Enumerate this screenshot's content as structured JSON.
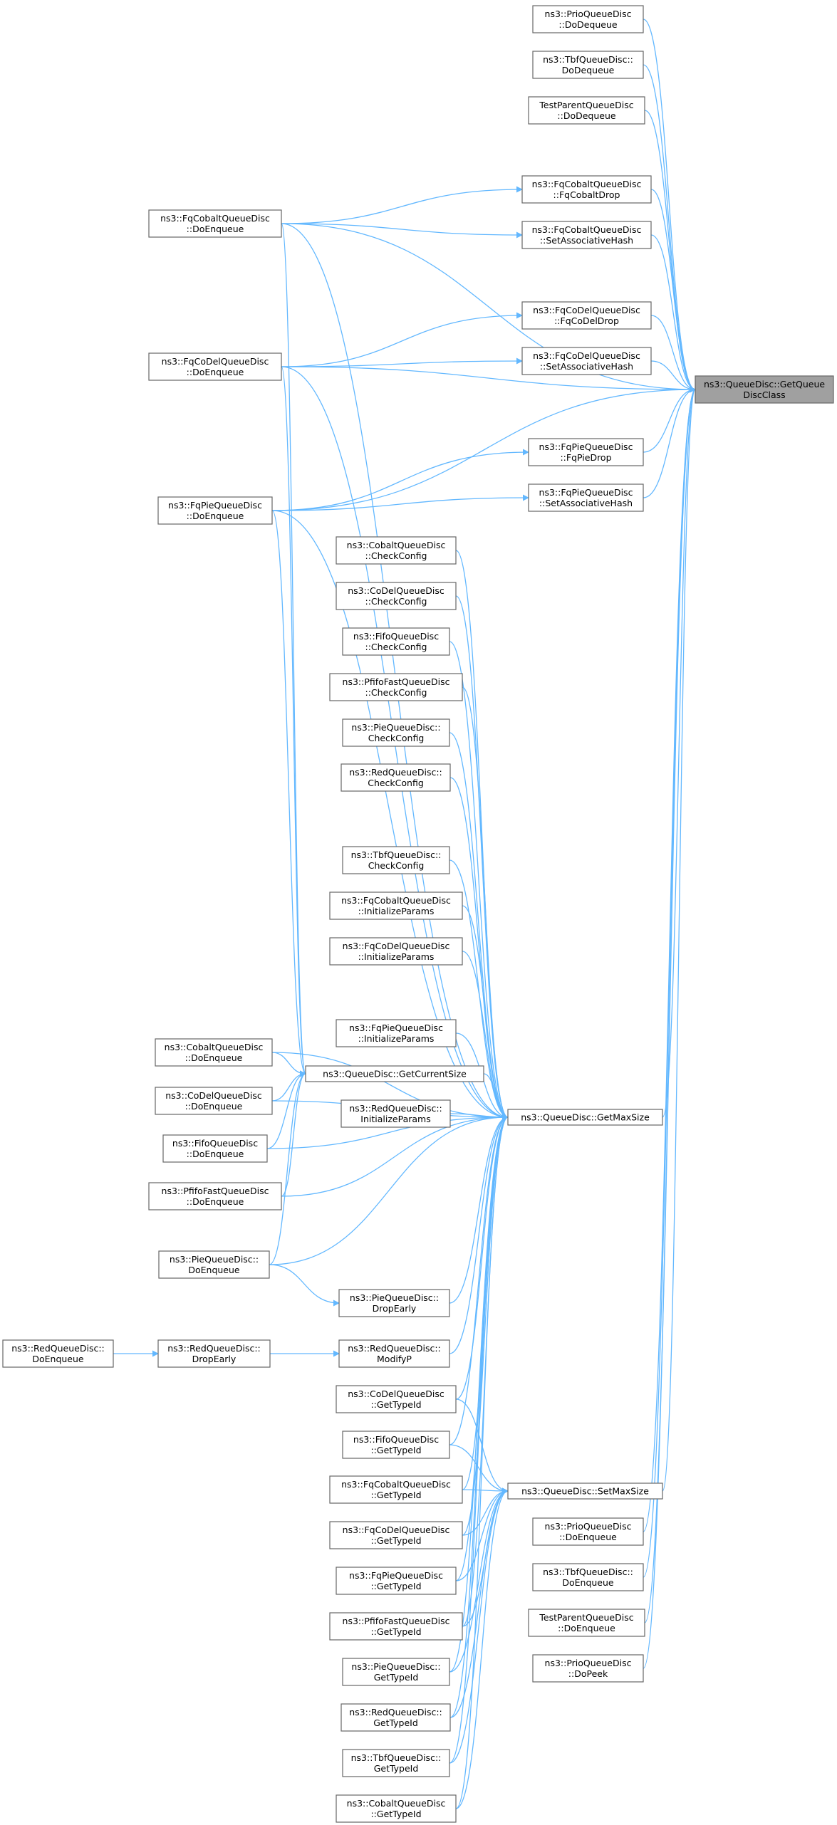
{
  "colors": {
    "edge": "#63b8ff",
    "node_border": "#666666",
    "root_fill": "#a0a0a0",
    "node_fill": "#ffffff"
  },
  "nodes": [
    {
      "id": "getQueueDiscClass",
      "lines": [
        "ns3::QueueDisc::GetQueue",
        "DiscClass"
      ],
      "root": true
    },
    {
      "id": "prioDoDequeue",
      "lines": [
        "ns3::PrioQueueDisc",
        "::DoDequeue"
      ]
    },
    {
      "id": "tbfDoDequeue",
      "lines": [
        "ns3::TbfQueueDisc::",
        "DoDequeue"
      ]
    },
    {
      "id": "testDoDequeue",
      "lines": [
        "TestParentQueueDisc",
        "::DoDequeue"
      ]
    },
    {
      "id": "fqCobaltDrop",
      "lines": [
        "ns3::FqCobaltQueueDisc",
        "::FqCobaltDrop"
      ]
    },
    {
      "id": "fqCobaltSetHash",
      "lines": [
        "ns3::FqCobaltQueueDisc",
        "::SetAssociativeHash"
      ]
    },
    {
      "id": "fqCoDelDrop",
      "lines": [
        "ns3::FqCoDelQueueDisc",
        "::FqCoDelDrop"
      ]
    },
    {
      "id": "fqCoDelSetHash",
      "lines": [
        "ns3::FqCoDelQueueDisc",
        "::SetAssociativeHash"
      ]
    },
    {
      "id": "fqPieDrop",
      "lines": [
        "ns3::FqPieQueueDisc",
        "::FqPieDrop"
      ]
    },
    {
      "id": "fqPieSetHash",
      "lines": [
        "ns3::FqPieQueueDisc",
        "::SetAssociativeHash"
      ]
    },
    {
      "id": "fqCobaltDoEnqueue",
      "lines": [
        "ns3::FqCobaltQueueDisc",
        "::DoEnqueue"
      ]
    },
    {
      "id": "fqCoDelDoEnqueue",
      "lines": [
        "ns3::FqCoDelQueueDisc",
        "::DoEnqueue"
      ]
    },
    {
      "id": "fqPieDoEnqueue",
      "lines": [
        "ns3::FqPieQueueDisc",
        "::DoEnqueue"
      ]
    },
    {
      "id": "cobaltCheck",
      "lines": [
        "ns3::CobaltQueueDisc",
        "::CheckConfig"
      ]
    },
    {
      "id": "coDelCheck",
      "lines": [
        "ns3::CoDelQueueDisc",
        "::CheckConfig"
      ]
    },
    {
      "id": "fifoCheck",
      "lines": [
        "ns3::FifoQueueDisc",
        "::CheckConfig"
      ]
    },
    {
      "id": "pfifoCheck",
      "lines": [
        "ns3::PfifoFastQueueDisc",
        "::CheckConfig"
      ]
    },
    {
      "id": "pieCheck",
      "lines": [
        "ns3::PieQueueDisc::",
        "CheckConfig"
      ]
    },
    {
      "id": "redCheck",
      "lines": [
        "ns3::RedQueueDisc::",
        "CheckConfig"
      ]
    },
    {
      "id": "tbfCheck",
      "lines": [
        "ns3::TbfQueueDisc::",
        "CheckConfig"
      ]
    },
    {
      "id": "fqCobaltInit",
      "lines": [
        "ns3::FqCobaltQueueDisc",
        "::InitializeParams"
      ]
    },
    {
      "id": "fqCoDelInit",
      "lines": [
        "ns3::FqCoDelQueueDisc",
        "::InitializeParams"
      ]
    },
    {
      "id": "fqPieInit",
      "lines": [
        "ns3::FqPieQueueDisc",
        "::InitializeParams"
      ]
    },
    {
      "id": "getCurrentSize",
      "lines": [
        "ns3::QueueDisc::GetCurrentSize"
      ]
    },
    {
      "id": "redInit",
      "lines": [
        "ns3::RedQueueDisc::",
        "InitializeParams"
      ]
    },
    {
      "id": "getMaxSize",
      "lines": [
        "ns3::QueueDisc::GetMaxSize"
      ]
    },
    {
      "id": "cobaltDoEnqueue",
      "lines": [
        "ns3::CobaltQueueDisc",
        "::DoEnqueue"
      ]
    },
    {
      "id": "coDelDoEnqueue",
      "lines": [
        "ns3::CoDelQueueDisc",
        "::DoEnqueue"
      ]
    },
    {
      "id": "fifoDoEnqueue",
      "lines": [
        "ns3::FifoQueueDisc",
        "::DoEnqueue"
      ]
    },
    {
      "id": "pfifoDoEnqueue",
      "lines": [
        "ns3::PfifoFastQueueDisc",
        "::DoEnqueue"
      ]
    },
    {
      "id": "pieDoEnqueue",
      "lines": [
        "ns3::PieQueueDisc::",
        "DoEnqueue"
      ]
    },
    {
      "id": "pieDropEarly",
      "lines": [
        "ns3::PieQueueDisc::",
        "DropEarly"
      ]
    },
    {
      "id": "redDoEnqueue",
      "lines": [
        "ns3::RedQueueDisc::",
        "DoEnqueue"
      ]
    },
    {
      "id": "redDropEarly",
      "lines": [
        "ns3::RedQueueDisc::",
        "DropEarly"
      ]
    },
    {
      "id": "redModifyP",
      "lines": [
        "ns3::RedQueueDisc::",
        "ModifyP"
      ]
    },
    {
      "id": "coDelTypeId",
      "lines": [
        "ns3::CoDelQueueDisc",
        "::GetTypeId"
      ]
    },
    {
      "id": "fifoTypeId",
      "lines": [
        "ns3::FifoQueueDisc",
        "::GetTypeId"
      ]
    },
    {
      "id": "fqCobaltTypeId",
      "lines": [
        "ns3::FqCobaltQueueDisc",
        "::GetTypeId"
      ]
    },
    {
      "id": "fqCoDelTypeId",
      "lines": [
        "ns3::FqCoDelQueueDisc",
        "::GetTypeId"
      ]
    },
    {
      "id": "fqPieTypeId",
      "lines": [
        "ns3::FqPieQueueDisc",
        "::GetTypeId"
      ]
    },
    {
      "id": "pfifoTypeId",
      "lines": [
        "ns3::PfifoFastQueueDisc",
        "::GetTypeId"
      ]
    },
    {
      "id": "pieTypeId",
      "lines": [
        "ns3::PieQueueDisc::",
        "GetTypeId"
      ]
    },
    {
      "id": "redTypeId",
      "lines": [
        "ns3::RedQueueDisc::",
        "GetTypeId"
      ]
    },
    {
      "id": "tbfTypeId",
      "lines": [
        "ns3::TbfQueueDisc::",
        "GetTypeId"
      ]
    },
    {
      "id": "cobaltTypeId",
      "lines": [
        "ns3::CobaltQueueDisc",
        "::GetTypeId"
      ]
    },
    {
      "id": "setMaxSize",
      "lines": [
        "ns3::QueueDisc::SetMaxSize"
      ]
    },
    {
      "id": "prioDoEnqueue",
      "lines": [
        "ns3::PrioQueueDisc",
        "::DoEnqueue"
      ]
    },
    {
      "id": "tbfDoEnqueue",
      "lines": [
        "ns3::TbfQueueDisc::",
        "DoEnqueue"
      ]
    },
    {
      "id": "testDoEnqueue",
      "lines": [
        "TestParentQueueDisc",
        "::DoEnqueue"
      ]
    },
    {
      "id": "prioDoPeek",
      "lines": [
        "ns3::PrioQueueDisc",
        "::DoPeek"
      ]
    }
  ],
  "edges": [
    [
      "prioDoDequeue",
      "getQueueDiscClass"
    ],
    [
      "tbfDoDequeue",
      "getQueueDiscClass"
    ],
    [
      "testDoDequeue",
      "getQueueDiscClass"
    ],
    [
      "fqCobaltDrop",
      "getQueueDiscClass"
    ],
    [
      "fqCobaltSetHash",
      "getQueueDiscClass"
    ],
    [
      "fqCoDelDrop",
      "getQueueDiscClass"
    ],
    [
      "fqCoDelSetHash",
      "getQueueDiscClass"
    ],
    [
      "fqPieDrop",
      "getQueueDiscClass"
    ],
    [
      "fqPieSetHash",
      "getQueueDiscClass"
    ],
    [
      "fqCobaltDoEnqueue",
      "getQueueDiscClass"
    ],
    [
      "fqCoDelDoEnqueue",
      "getQueueDiscClass"
    ],
    [
      "fqPieDoEnqueue",
      "getQueueDiscClass"
    ],
    [
      "getMaxSize",
      "getQueueDiscClass"
    ],
    [
      "setMaxSize",
      "getQueueDiscClass"
    ],
    [
      "prioDoEnqueue",
      "getQueueDiscClass"
    ],
    [
      "tbfDoEnqueue",
      "getQueueDiscClass"
    ],
    [
      "testDoEnqueue",
      "getQueueDiscClass"
    ],
    [
      "prioDoPeek",
      "getQueueDiscClass"
    ],
    [
      "fqCobaltDoEnqueue",
      "fqCobaltDrop"
    ],
    [
      "fqCobaltDoEnqueue",
      "fqCobaltSetHash"
    ],
    [
      "fqCoDelDoEnqueue",
      "fqCoDelDrop"
    ],
    [
      "fqCoDelDoEnqueue",
      "fqCoDelSetHash"
    ],
    [
      "fqPieDoEnqueue",
      "fqPieDrop"
    ],
    [
      "fqPieDoEnqueue",
      "fqPieSetHash"
    ],
    [
      "fqCobaltDoEnqueue",
      "getMaxSize"
    ],
    [
      "fqCoDelDoEnqueue",
      "getMaxSize"
    ],
    [
      "fqPieDoEnqueue",
      "getMaxSize"
    ],
    [
      "cobaltCheck",
      "getMaxSize"
    ],
    [
      "coDelCheck",
      "getMaxSize"
    ],
    [
      "fifoCheck",
      "getMaxSize"
    ],
    [
      "pfifoCheck",
      "getMaxSize"
    ],
    [
      "pieCheck",
      "getMaxSize"
    ],
    [
      "redCheck",
      "getMaxSize"
    ],
    [
      "tbfCheck",
      "getMaxSize"
    ],
    [
      "fqCobaltInit",
      "getMaxSize"
    ],
    [
      "fqCoDelInit",
      "getMaxSize"
    ],
    [
      "fqPieInit",
      "getMaxSize"
    ],
    [
      "getCurrentSize",
      "getMaxSize"
    ],
    [
      "redInit",
      "getMaxSize"
    ],
    [
      "cobaltDoEnqueue",
      "getMaxSize"
    ],
    [
      "coDelDoEnqueue",
      "getMaxSize"
    ],
    [
      "fifoDoEnqueue",
      "getMaxSize"
    ],
    [
      "pfifoDoEnqueue",
      "getMaxSize"
    ],
    [
      "pieDoEnqueue",
      "getMaxSize"
    ],
    [
      "pieDropEarly",
      "getMaxSize"
    ],
    [
      "redModifyP",
      "getMaxSize"
    ],
    [
      "coDelTypeId",
      "getMaxSize"
    ],
    [
      "fifoTypeId",
      "getMaxSize"
    ],
    [
      "fqCobaltTypeId",
      "getMaxSize"
    ],
    [
      "fqCoDelTypeId",
      "getMaxSize"
    ],
    [
      "fqPieTypeId",
      "getMaxSize"
    ],
    [
      "pfifoTypeId",
      "getMaxSize"
    ],
    [
      "pieTypeId",
      "getMaxSize"
    ],
    [
      "redTypeId",
      "getMaxSize"
    ],
    [
      "tbfTypeId",
      "getMaxSize"
    ],
    [
      "cobaltTypeId",
      "getMaxSize"
    ],
    [
      "fqCobaltDoEnqueue",
      "getCurrentSize"
    ],
    [
      "fqCoDelDoEnqueue",
      "getCurrentSize"
    ],
    [
      "fqPieDoEnqueue",
      "getCurrentSize"
    ],
    [
      "cobaltDoEnqueue",
      "getCurrentSize"
    ],
    [
      "coDelDoEnqueue",
      "getCurrentSize"
    ],
    [
      "fifoDoEnqueue",
      "getCurrentSize"
    ],
    [
      "pfifoDoEnqueue",
      "getCurrentSize"
    ],
    [
      "pieDoEnqueue",
      "getCurrentSize"
    ],
    [
      "pieDoEnqueue",
      "pieDropEarly"
    ],
    [
      "redDoEnqueue",
      "redDropEarly"
    ],
    [
      "redDropEarly",
      "redModifyP"
    ],
    [
      "coDelTypeId",
      "setMaxSize"
    ],
    [
      "fifoTypeId",
      "setMaxSize"
    ],
    [
      "fqCobaltTypeId",
      "setMaxSize"
    ],
    [
      "fqCoDelTypeId",
      "setMaxSize"
    ],
    [
      "fqPieTypeId",
      "setMaxSize"
    ],
    [
      "pfifoTypeId",
      "setMaxSize"
    ],
    [
      "pieTypeId",
      "setMaxSize"
    ],
    [
      "redTypeId",
      "setMaxSize"
    ],
    [
      "tbfTypeId",
      "setMaxSize"
    ],
    [
      "cobaltTypeId",
      "setMaxSize"
    ]
  ]
}
